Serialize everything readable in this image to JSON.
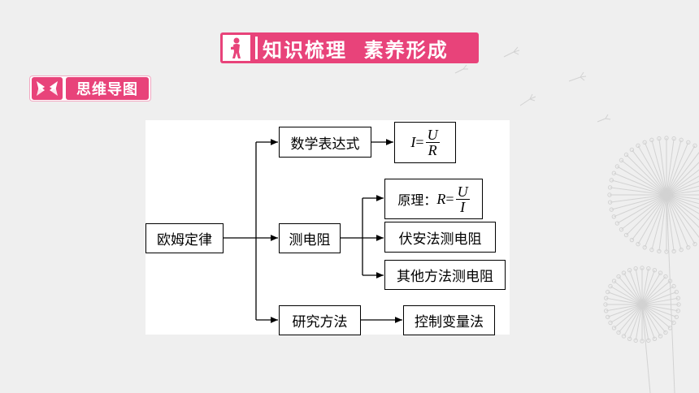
{
  "banner": {
    "title": "知识梳理  素养形成",
    "icon": "reading-person-icon"
  },
  "section_tag": {
    "label": "思维导图",
    "icon": "arrows-inward-icon"
  },
  "diagram": {
    "root": "欧姆定律",
    "branches": [
      {
        "label": "数学表达式",
        "children": [
          {
            "formula": {
              "lhs": "I",
              "eq": "=",
              "num": "U",
              "den": "R"
            }
          }
        ]
      },
      {
        "label": "测电阻",
        "children": [
          {
            "formula": {
              "prefix": "原理：",
              "lhs": "R",
              "eq": "=",
              "num": "U",
              "den": "I"
            }
          },
          {
            "label": "伏安法测电阻"
          },
          {
            "label": "其他方法测电阻"
          }
        ]
      },
      {
        "label": "研究方法",
        "children": [
          {
            "label": "控制变量法"
          }
        ]
      }
    ]
  },
  "colors": {
    "accent": "#e8437a",
    "background": "#efefef",
    "panel": "#ffffff"
  }
}
